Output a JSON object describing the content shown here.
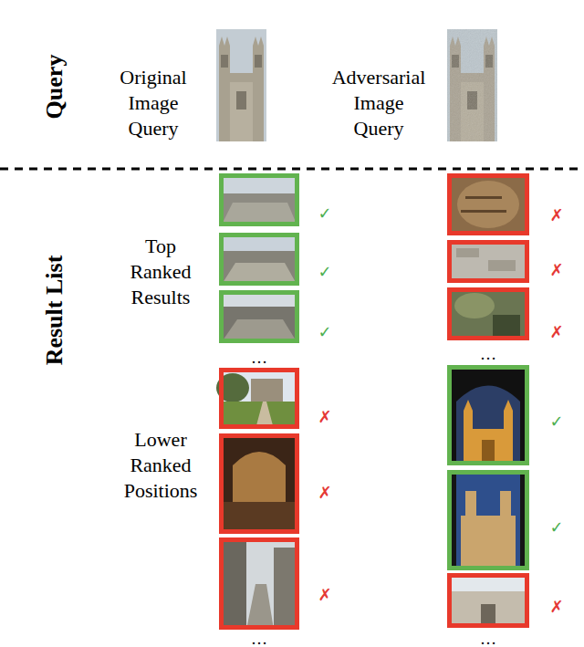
{
  "diagram": {
    "labels": [
      "Query",
      "Original Image Query",
      "Adversarial Image Query",
      "Result List",
      "Top Ranked Results",
      "✓",
      "✓",
      "✓",
      "…",
      "Lower Ranked Positions",
      "✗",
      "✗",
      "✗",
      "…",
      "✗",
      "✗",
      "✗",
      "…",
      "✓",
      "✓",
      "✗",
      "…"
    ]
  }
}
